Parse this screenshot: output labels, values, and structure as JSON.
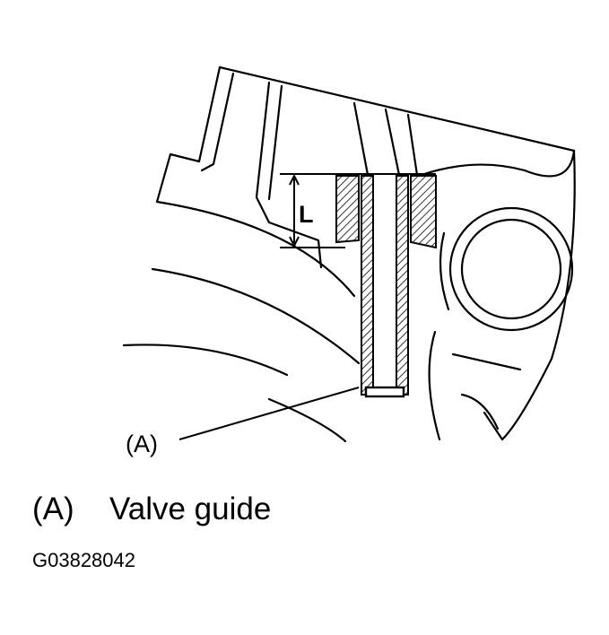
{
  "labels": {
    "part_marker": "(A)",
    "dimension": "L"
  },
  "legend": {
    "key": "(A)",
    "description": "Valve guide"
  },
  "figure_code": "G03828042",
  "colors": {
    "ink": "#000000",
    "background": "#ffffff"
  }
}
